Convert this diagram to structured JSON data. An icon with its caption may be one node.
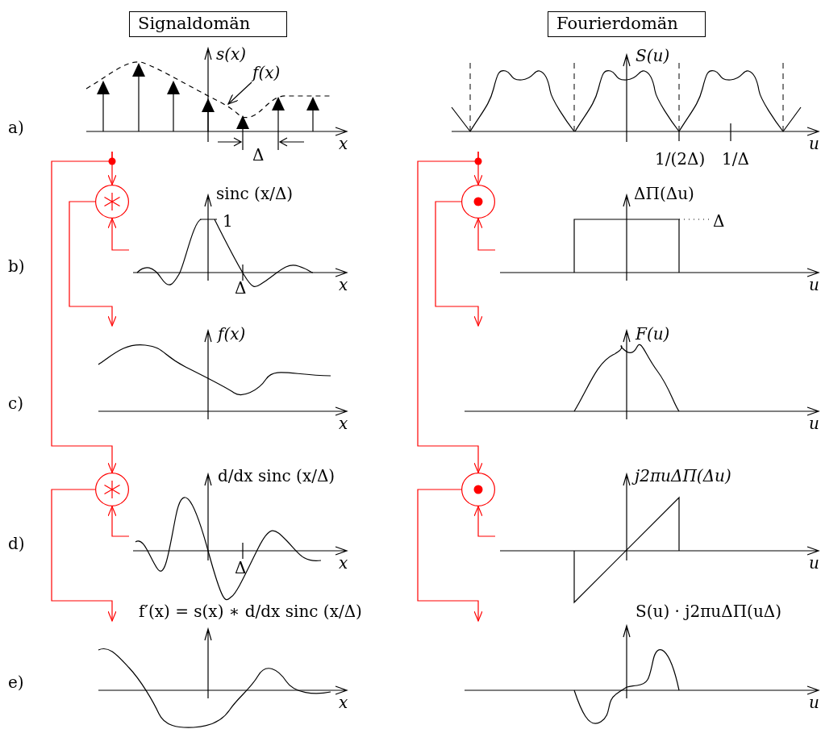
{
  "diagram": {
    "nodes": [
      {
        "text": [
          "Signaldomän"
        ]
      },
      {
        "text": [
          "Fourierdomän"
        ]
      },
      {
        "text": [],
        "shape": "picture"
      },
      {
        "text": [
          "f(x)"
        ],
        "in": 2
      },
      {
        "text": [],
        "shape": "picture"
      },
      {
        "text": [],
        "shape": "circle"
      },
      {
        "text": [],
        "shape": "circle"
      },
      {
        "text": [],
        "shape": "picture"
      },
      {
        "text": [],
        "shape": "picture"
      },
      {
        "text": [],
        "shape": "picture"
      },
      {
        "text": [],
        "shape": "picture"
      },
      {
        "text": [],
        "shape": "circle"
      },
      {
        "text": [],
        "shape": "circle"
      },
      {
        "text": [],
        "shape": "picture"
      },
      {
        "text": [],
        "shape": "picture"
      },
      {
        "text": [],
        "shape": "picture"
      },
      {
        "text": [],
        "shape": "picture"
      }
    ],
    "edges": [
      {
        "from": 2,
        "to": 5,
        "arrow": "to"
      },
      {
        "from": 7,
        "to": 5,
        "arrow": "to"
      },
      {
        "from": 5,
        "to": 9,
        "arrow": "to"
      },
      {
        "from": 2,
        "to": 11,
        "arrow": "to"
      },
      {
        "from": 13,
        "to": 11,
        "arrow": "to"
      },
      {
        "from": 11,
        "to": 15,
        "arrow": "to"
      },
      {
        "from": 4,
        "to": 6,
        "arrow": "to"
      },
      {
        "from": 8,
        "to": 6,
        "arrow": "to"
      },
      {
        "from": 6,
        "to": 10,
        "arrow": "to"
      },
      {
        "from": 4,
        "to": 12,
        "arrow": "to"
      },
      {
        "from": 14,
        "to": 12,
        "arrow": "to"
      },
      {
        "from": 12,
        "to": 16,
        "arrow": "to"
      },
      {
        "from": 3,
        "to": 2,
        "arrow": "to",
        "color": "#000000"
      }
    ],
    "labels": [
      "s(x)",
      "S(u)",
      "a)",
      "x",
      "u",
      "Δ",
      "1/(2Δ)",
      "1/Δ",
      "sinc (x/Δ)",
      "ΔΠ(Δu)",
      "1",
      "Δ",
      "b)",
      "x",
      "Δ",
      "u",
      "f(x)",
      "F(u)",
      "c)",
      "x",
      "u",
      "d/dx sinc (x/Δ)",
      "j2πuΔΠ(Δu)",
      "d)",
      "x",
      "Δ",
      "u",
      "f′(x) = s(x) ∗ d/dx sinc (x/Δ)",
      "S(u) · j2πuΔΠ(uΔ)",
      "e)",
      "x",
      "u"
    ]
  }
}
